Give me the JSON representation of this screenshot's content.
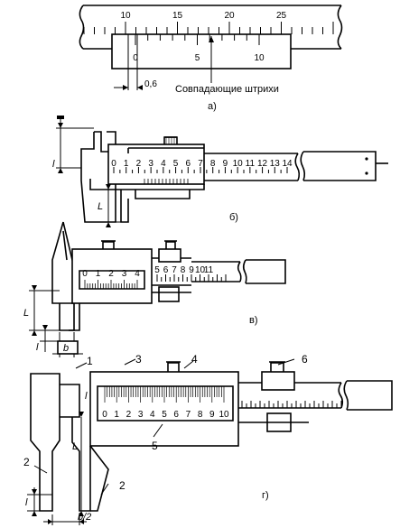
{
  "panel_a": {
    "main_scale_ticks": [
      "10",
      "15",
      "20",
      "25"
    ],
    "vernier_ticks": [
      "0",
      "5",
      "10"
    ],
    "reading_value": "0,6",
    "annotation": "Совпадающие штрихи",
    "caption": "а)"
  },
  "panel_b": {
    "scale_numbers": [
      "0",
      "1",
      "2",
      "3",
      "4",
      "5",
      "6",
      "7",
      "8",
      "9",
      "10",
      "11",
      "12",
      "13",
      "14"
    ],
    "dim_l": "l",
    "dim_L": "L",
    "caption": "б)"
  },
  "panel_v": {
    "scale_numbers": [
      "0",
      "1",
      "2",
      "3",
      "4",
      "5",
      "6",
      "7",
      "8",
      "9",
      "10",
      "11"
    ],
    "vernier_numbers": [
      "0",
      "1",
      "2",
      "3",
      "4"
    ],
    "dim_L": "L",
    "dim_l": "l",
    "dim_b": "b",
    "caption": "в)"
  },
  "panel_g": {
    "callouts": [
      "1",
      "2",
      "3",
      "4",
      "5",
      "6",
      "2"
    ],
    "scale_numbers": [
      "0",
      "1",
      "2",
      "3",
      "4",
      "5",
      "6",
      "7",
      "8",
      "9",
      "10"
    ],
    "dim_l_top": "l",
    "dim_L": "L",
    "dim_l": "l",
    "dim_b2": "b/2",
    "caption": "г)"
  }
}
